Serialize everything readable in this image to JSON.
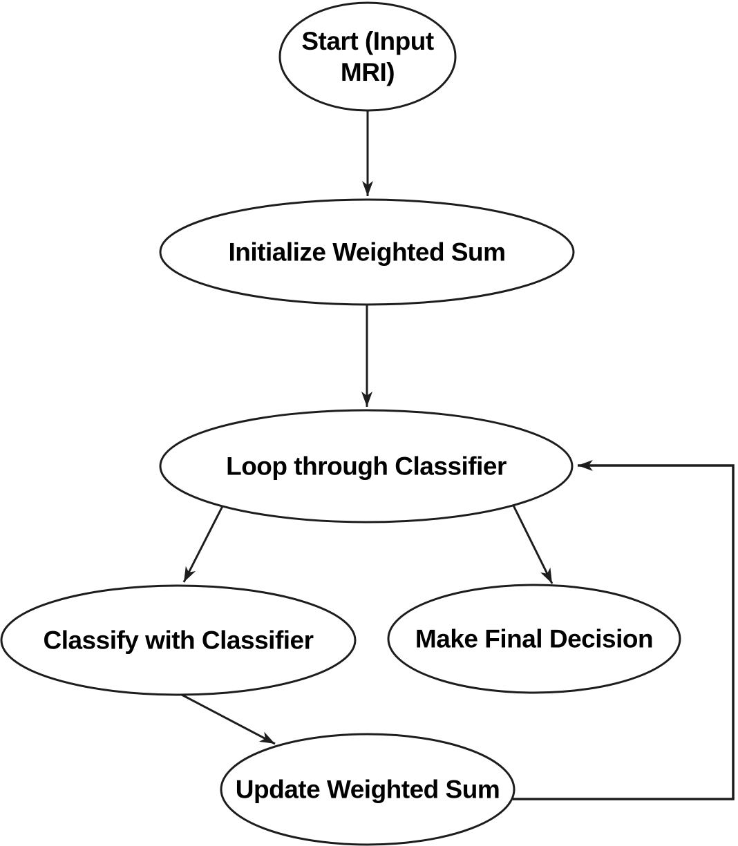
{
  "diagram": {
    "type": "flowchart",
    "nodes": [
      {
        "id": "start",
        "shape": "ellipse",
        "label": "Start (Input MRI)"
      },
      {
        "id": "initialize",
        "shape": "ellipse",
        "label": "Initialize Weighted Sum"
      },
      {
        "id": "loop",
        "shape": "ellipse",
        "label": "Loop through Classifier"
      },
      {
        "id": "classify",
        "shape": "ellipse",
        "label": "Classify with Classifier"
      },
      {
        "id": "decision",
        "shape": "ellipse",
        "label": "Make Final Decision"
      },
      {
        "id": "update",
        "shape": "ellipse",
        "label": "Update Weighted Sum"
      }
    ],
    "edges": [
      {
        "from": "start",
        "to": "initialize",
        "style": "arrow"
      },
      {
        "from": "initialize",
        "to": "loop",
        "style": "arrow"
      },
      {
        "from": "loop",
        "to": "classify",
        "style": "arrow"
      },
      {
        "from": "loop",
        "to": "decision",
        "style": "arrow"
      },
      {
        "from": "classify",
        "to": "update",
        "style": "arrow"
      },
      {
        "from": "update",
        "to": "loop",
        "style": "arrow-loopback"
      }
    ],
    "colors": {
      "node_fill": "#ffffff",
      "stroke": "#1d1d1d",
      "text": "#000000",
      "background": "#ffffff"
    }
  }
}
